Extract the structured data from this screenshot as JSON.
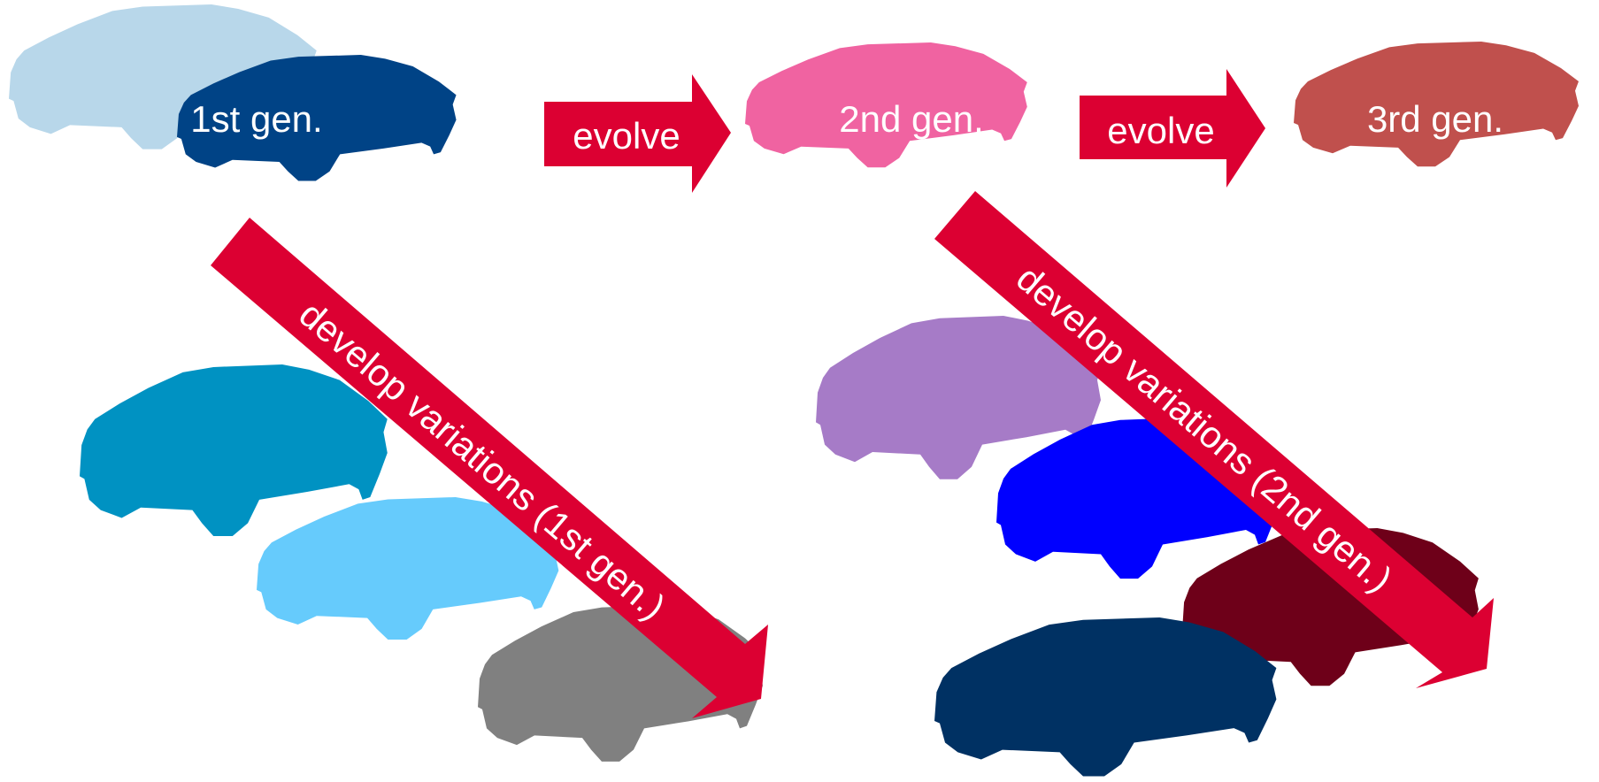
{
  "labels": {
    "gen1": "1st gen.",
    "gen2": "2nd gen.",
    "gen3": "3rd gen.",
    "evolve_1": "evolve",
    "evolve_2": "evolve",
    "variations_1": "develop variations (1st gen.)",
    "variations_2": "develop variations (2nd gen.)"
  },
  "colors": {
    "arrow": "#dc0032",
    "text_on_color": "#ffffff",
    "gen1_back": "#b8d7ea",
    "gen1_front": "#004386",
    "gen2": "#f063a1",
    "gen3": "#c0504d",
    "var1_a": "#0092c2",
    "var1_b": "#66cbfc",
    "var1_c": "#808080",
    "var2_a": "#a67bc7",
    "var2_b": "#0000ff",
    "var2_c": "#6e0019",
    "var2_d": "#003163"
  },
  "icons": {
    "car": "car-silhouette-icon"
  }
}
